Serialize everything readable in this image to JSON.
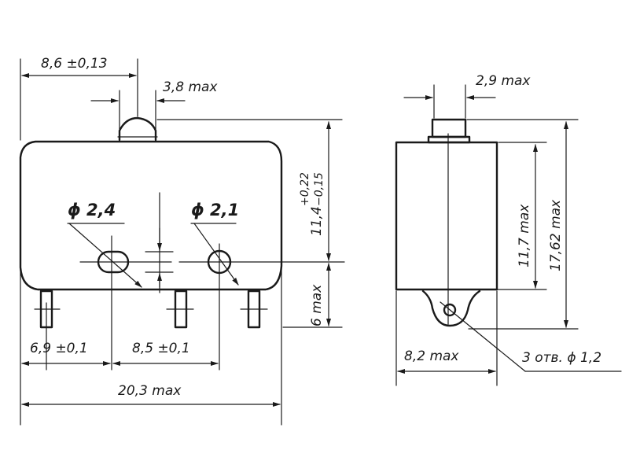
{
  "front_view": {
    "dim_width_hole_offset": "8,6 ±0,13",
    "dim_button_width": "3,8 max",
    "hole_left_diameter": "ϕ 2,4",
    "hole_right_diameter": "ϕ 2,1",
    "dim_height": "11,4",
    "dim_height_tol_upper": "+0,22",
    "dim_height_tol_lower": "−0,15",
    "dim_pin_length": "6 max",
    "dim_left_pin_offset": "6,9 ±0,1",
    "dim_hole_spacing": "8,5 ±0,1",
    "dim_total_width": "20,3 max"
  },
  "side_view": {
    "dim_button_width": "2,9 max",
    "dim_body_height": "11,7 max",
    "dim_total_height": "17,62 max",
    "dim_width": "8,2 max",
    "holes_note": "3 отв. ϕ 1,2"
  }
}
